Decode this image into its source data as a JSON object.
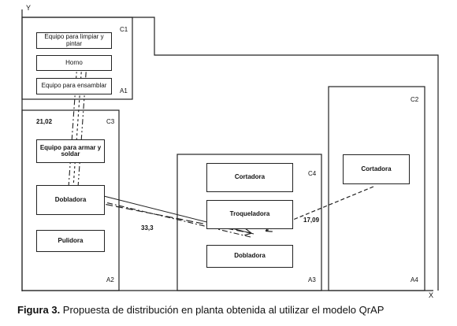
{
  "axes": {
    "y": "Y",
    "x": "X"
  },
  "zones": {
    "C1": "C1",
    "A1": "A1",
    "C3": "C3",
    "A2": "A2",
    "C4": "C4",
    "A3": "A3",
    "C2": "C2",
    "A4": "A4"
  },
  "machines": {
    "limpiar": "Equipo para limpiar y pintar",
    "horno": "Horno",
    "ensamblar": "Equipo para ensamblar",
    "armar": "Equipo para armar y soldar",
    "dobladora_a2": "Dobladora",
    "pulidora": "Pulidora",
    "cortadora_a3": "Cortadora",
    "troqueladora": "Troqueladora",
    "dobladora_a3": "Dobladora",
    "cortadora_a4": "Cortadora"
  },
  "values": {
    "v1": "21,02",
    "v2": "33,3",
    "v3": "17,09"
  },
  "caption": {
    "label": "Figura 3.",
    "text": " Propuesta de distribución en planta obtenida al utilizar el modelo QrAP"
  }
}
